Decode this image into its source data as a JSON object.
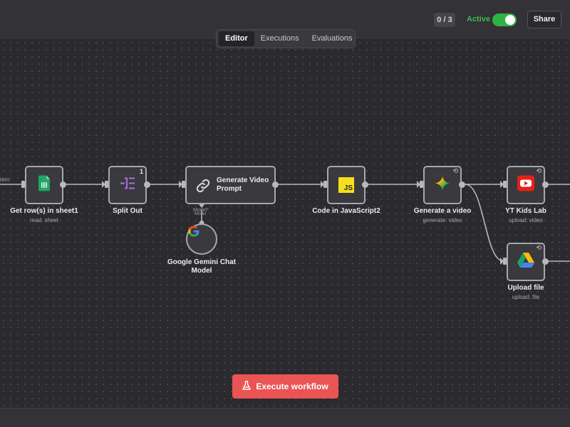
{
  "header": {
    "counter": "0 / 3",
    "active_label": "Active",
    "share_label": "Share",
    "colors": {
      "active": "#3fb950",
      "toggle": "#2fb344"
    }
  },
  "tabs": [
    {
      "label": "Editor",
      "selected": true
    },
    {
      "label": "Executions",
      "selected": false
    },
    {
      "label": "Evaluations",
      "selected": false
    }
  ],
  "canvas": {
    "left_cut_label": "tem",
    "nodes": {
      "get_rows": {
        "label": "Get row(s) in sheet1",
        "sub": "read: sheet",
        "icon": "google-sheets-icon"
      },
      "split_out": {
        "label": "Split Out",
        "badge": "1",
        "icon": "split-out-icon"
      },
      "generate_prompt": {
        "label": "Generate Video Prompt",
        "icon": "link-chain-icon"
      },
      "gemini_model": {
        "label": "Google Gemini Chat Model",
        "icon": "google-icon"
      },
      "code_js": {
        "label": "Code in JavaScript2",
        "icon": "javascript-icon",
        "icon_text": "JS"
      },
      "generate_video": {
        "label": "Generate a video",
        "sub": "generate: video",
        "icon": "gemini-star-icon"
      },
      "yt_kids": {
        "label": "YT Kids Lab",
        "sub": "upload: video",
        "icon": "youtube-icon"
      },
      "upload_file": {
        "label": "Upload file",
        "sub": "upload: file",
        "icon": "google-drive-icon"
      }
    },
    "model_connector_label": "Model*",
    "model_connector_sub": "Model"
  },
  "execute_button": {
    "label": "Execute workflow",
    "icon": "flask-icon",
    "color": "#ea5455"
  }
}
